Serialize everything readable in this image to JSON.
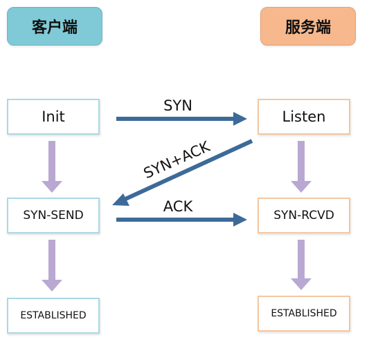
{
  "headers": {
    "client": "客户端",
    "server": "服务端"
  },
  "client_states": [
    "Init",
    "SYN-SEND",
    "ESTABLISHED"
  ],
  "server_states": [
    "Listen",
    "SYN-RCVD",
    "ESTABLISHED"
  ],
  "messages": {
    "syn": "SYN",
    "syn_ack": "SYN+ACK",
    "ack": "ACK"
  },
  "colors": {
    "client_header": "#7fcad6",
    "server_header": "#f6b88c",
    "message_arrow": "#3d6a98",
    "state_arrow": "#b9a8d2"
  }
}
